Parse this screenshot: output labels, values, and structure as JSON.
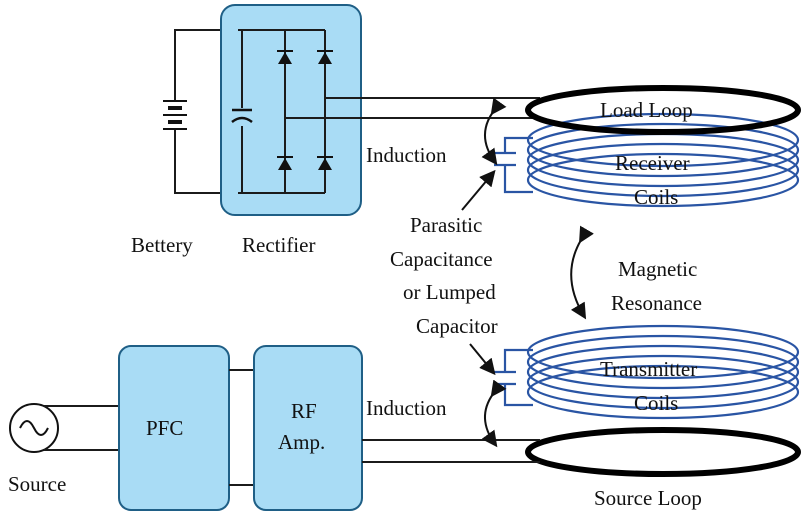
{
  "labels": {
    "battery": "Bettery",
    "rectifier": "Rectifier",
    "induction_top": "Induction",
    "load_loop": "Load Loop",
    "receiver_coils_line1": "Receiver",
    "receiver_coils_line2": "Coils",
    "parasitic_line1": "Parasitic",
    "parasitic_line2": "Capacitance",
    "parasitic_line3": "or Lumped",
    "parasitic_line4": "Capacitor",
    "magnetic_line1": "Magnetic",
    "magnetic_line2": "Resonance",
    "transmitter_coils_line1": "Transmitter",
    "transmitter_coils_line2": "Coils",
    "induction_bottom": "Induction",
    "source_loop": "Source Loop",
    "source": "Source",
    "pfc": "PFC",
    "rf_amp_line1": "RF",
    "rf_amp_line2": "Amp."
  },
  "colors": {
    "block_fill": "#a9dcf5",
    "block_stroke": "#1f5f86",
    "coil_stroke": "#2a55a4",
    "loop_stroke": "#000000"
  }
}
